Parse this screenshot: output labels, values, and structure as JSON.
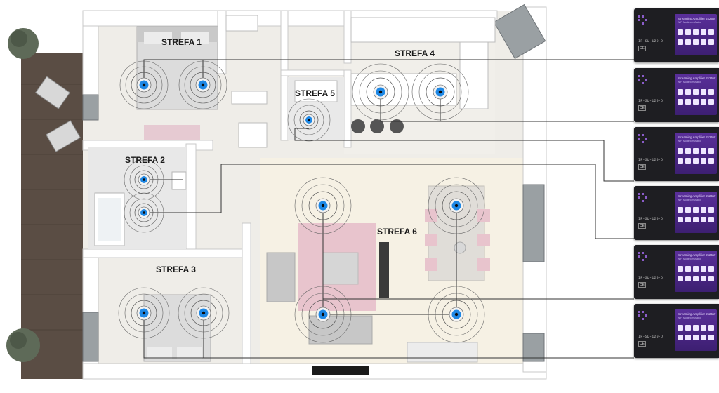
{
  "floorplan": {
    "zones": [
      {
        "id": "1",
        "label": "STREFA 1"
      },
      {
        "id": "2",
        "label": "STREFA 2"
      },
      {
        "id": "3",
        "label": "STREFA 3"
      },
      {
        "id": "4",
        "label": "STREFA 4"
      },
      {
        "id": "5",
        "label": "STREFA 5"
      },
      {
        "id": "6",
        "label": "STREFA 6"
      }
    ],
    "speaker_icon": "ceiling-speaker-icon",
    "colors": {
      "speaker_blue": "#1e88e5",
      "terrace_wood": "#5a4d44",
      "rug_pink": "#e8c4cd",
      "amplifier_panel": "#4b2788",
      "cable": "#333333"
    }
  },
  "amplifiers": [
    {
      "title": "Streaming Amplifier 2x25W",
      "subtitle": "WiFi Multiroom Audio",
      "model": "IF-SU-120-D",
      "mark": "CE"
    },
    {
      "title": "Streaming Amplifier 2x25W",
      "subtitle": "WiFi Multiroom Audio",
      "model": "IF-SU-120-D",
      "mark": "CE"
    },
    {
      "title": "Streaming Amplifier 2x25W",
      "subtitle": "WiFi Multiroom Audio",
      "model": "IF-SU-120-D",
      "mark": "CE"
    },
    {
      "title": "Streaming Amplifier 2x25W",
      "subtitle": "WiFi Multiroom Audio",
      "model": "IF-SU-120-D",
      "mark": "CE"
    },
    {
      "title": "Streaming Amplifier 2x25W",
      "subtitle": "WiFi Multiroom Audio",
      "model": "IF-SU-120-D",
      "mark": "CE"
    },
    {
      "title": "Streaming Amplifier 2x25W",
      "subtitle": "WiFi Multiroom Audio",
      "model": "IF-SU-120-D",
      "mark": "CE"
    }
  ]
}
